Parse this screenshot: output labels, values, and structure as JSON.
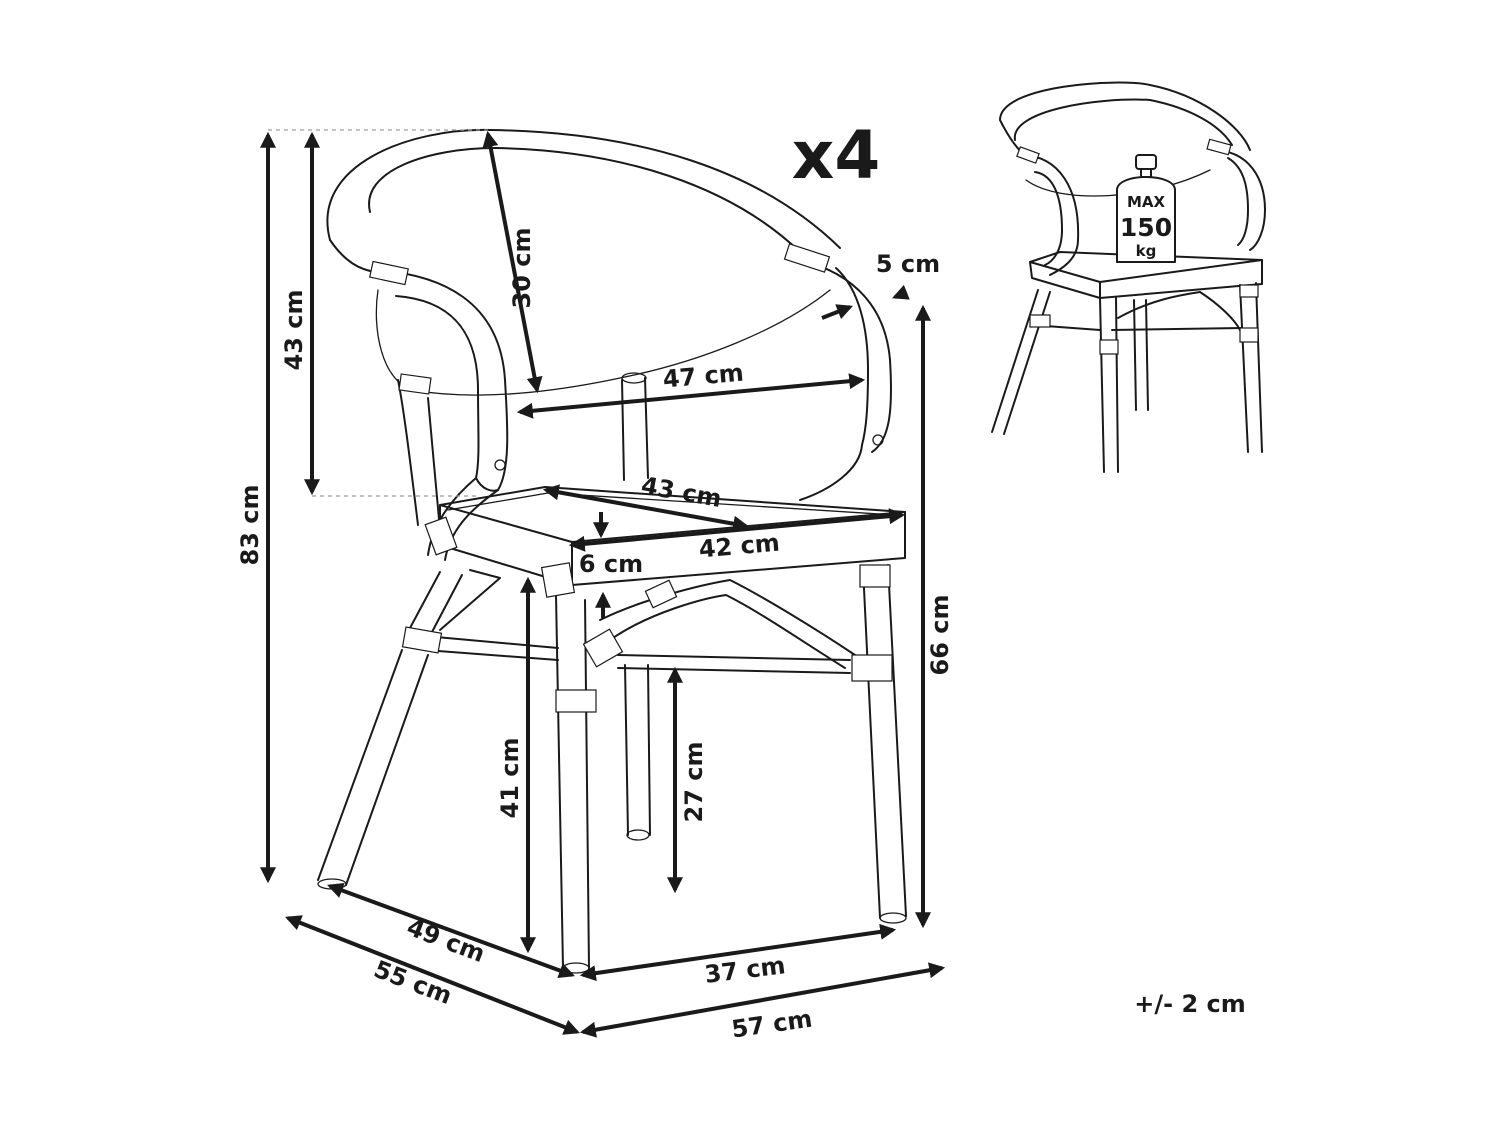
{
  "quantity_label": "x4",
  "tolerance": "+/- 2 cm",
  "weight_badge": {
    "line1": "MAX",
    "line2": "150",
    "line3": "kg"
  },
  "dimensions": {
    "total_height": "83 cm",
    "backrest_height": "43 cm",
    "backrest_depth": "30 cm",
    "armrest_width": "5 cm",
    "seat_width_back": "47 cm",
    "seat_depth": "43 cm",
    "seat_width_front": "42 cm",
    "seat_thickness": "6 cm",
    "armrest_height": "66 cm",
    "seat_height": "41 cm",
    "stretcher_height": "27 cm",
    "leg_depth": "49 cm",
    "total_depth": "55 cm",
    "leg_width": "37 cm",
    "total_width": "57 cm"
  }
}
